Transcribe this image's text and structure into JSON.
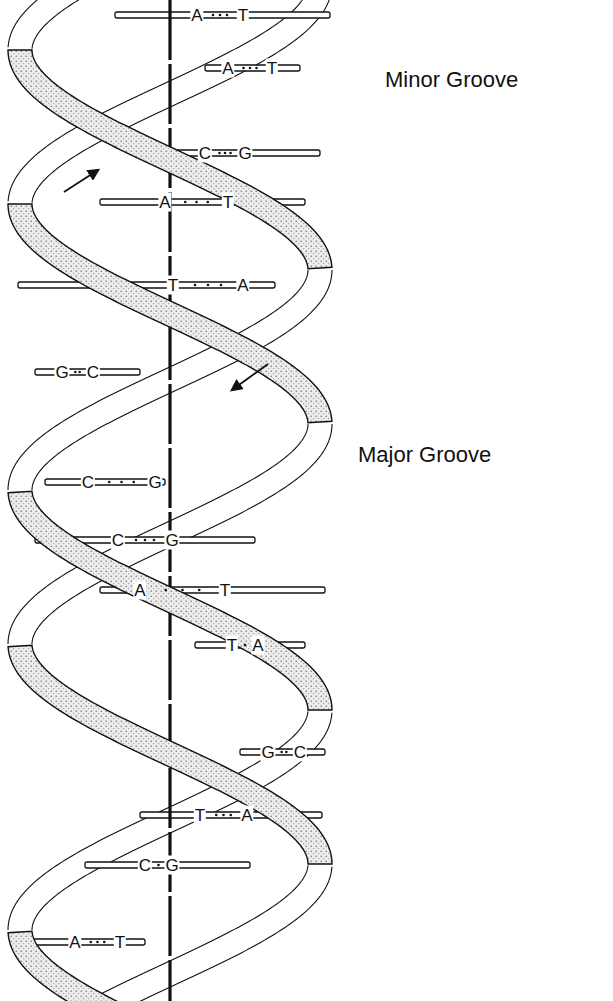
{
  "diagram": {
    "labels": [
      "A",
      "T",
      "A",
      "T",
      "C",
      "G",
      "A",
      "T",
      "T",
      "A",
      "G",
      "C",
      "C",
      "G",
      "C",
      "G",
      "A",
      "T",
      "T",
      "A",
      "G",
      "C",
      "T",
      "A",
      "C",
      "G",
      "A",
      "T",
      "Minor Groove",
      "Major Groove"
    ]
  }
}
